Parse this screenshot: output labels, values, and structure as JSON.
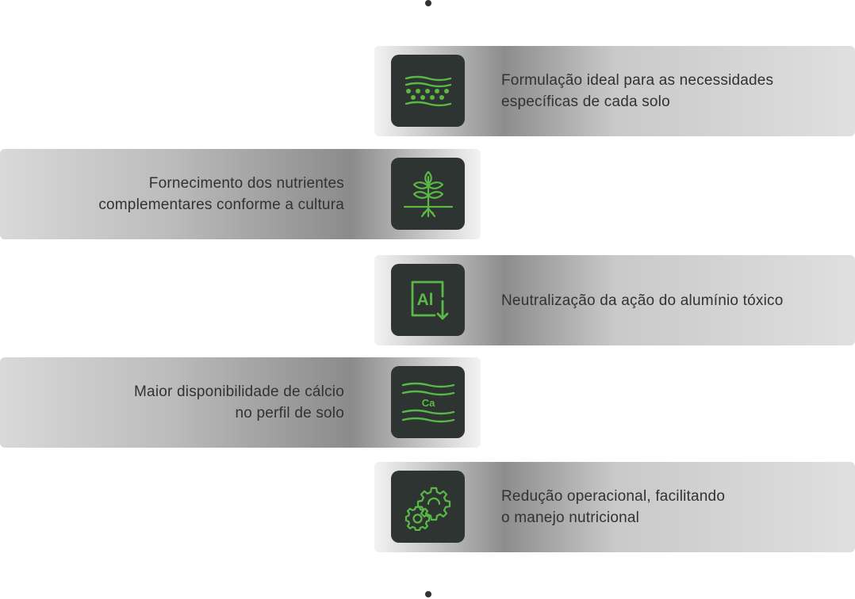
{
  "features": [
    {
      "lines": [
        "Formulação ideal para as necessidades",
        "específicas de cada solo"
      ],
      "icon": "soil-layers-icon"
    },
    {
      "lines": [
        "Fornecimento dos nutrientes",
        "complementares conforme a cultura"
      ],
      "icon": "plant-roots-icon"
    },
    {
      "lines": [
        "Neutralização da ação do alumínio tóxico"
      ],
      "icon": "aluminum-down-icon"
    },
    {
      "lines": [
        "Maior disponibilidade de cálcio",
        "no perfil de solo"
      ],
      "icon": "calcium-waves-icon"
    },
    {
      "lines": [
        "Redução operacional, facilitando",
        "o manejo nutricional"
      ],
      "icon": "gears-icon"
    }
  ],
  "icon_labels": {
    "aluminum": "Al",
    "calcium": "Ca"
  },
  "colors": {
    "icon_green": "#5ab946",
    "icon_box": "#2e3431",
    "text": "#2f3431"
  }
}
